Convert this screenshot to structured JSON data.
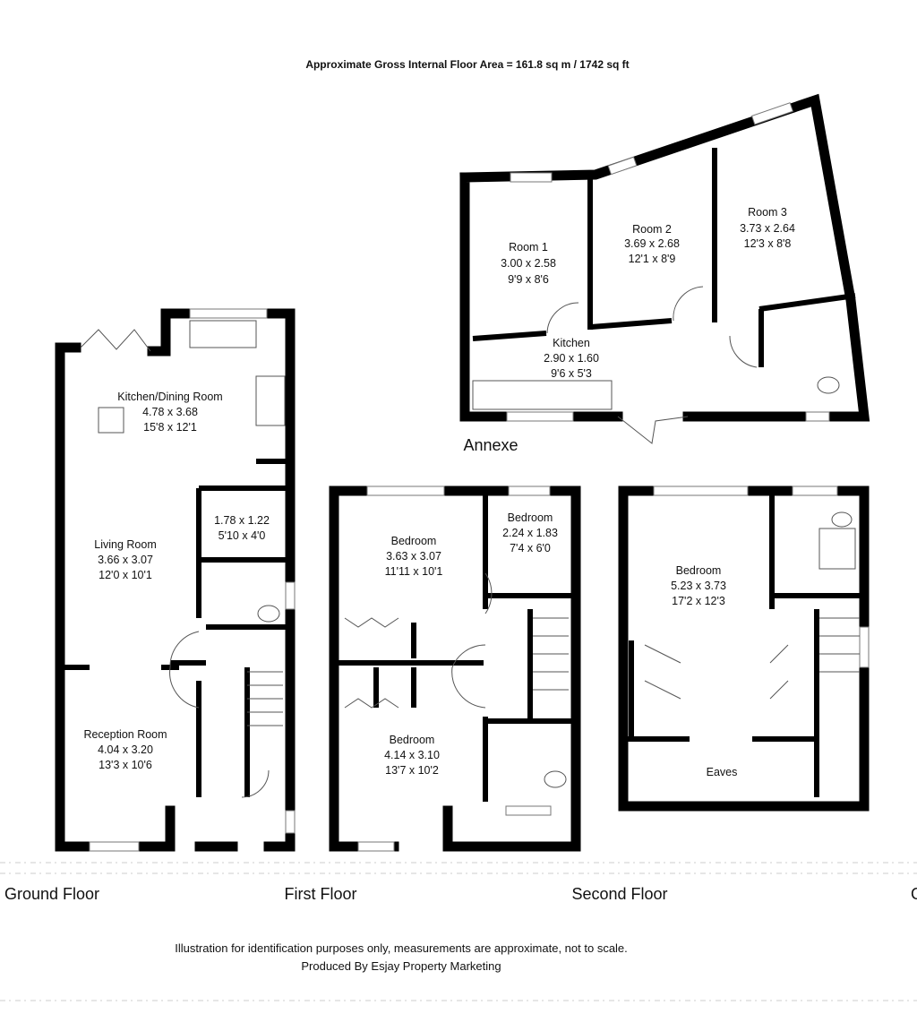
{
  "title": "Approximate Gross Internal Floor Area = 161.8 sq m / 1742 sq ft",
  "ground_floor": {
    "label": "Ground Floor",
    "rooms": [
      {
        "name": "Kitchen/Dining Room",
        "metric": "4.78 x 3.68",
        "imperial": "15'8 x 12'1"
      },
      {
        "name": "",
        "metric": "1.78 x 1.22",
        "imperial": "5'10 x 4'0"
      },
      {
        "name": "Living Room",
        "metric": "3.66 x 3.07",
        "imperial": "12'0 x 10'1"
      },
      {
        "name": "Reception Room",
        "metric": "4.04 x 3.20",
        "imperial": "13'3 x 10'6"
      }
    ]
  },
  "first_floor": {
    "label": "First Floor",
    "rooms": [
      {
        "name": "Bedroom",
        "metric": "3.63 x 3.07",
        "imperial": "11'11 x 10'1"
      },
      {
        "name": "Bedroom",
        "metric": "2.24 x 1.83",
        "imperial": "7'4 x 6'0"
      },
      {
        "name": "Bedroom",
        "metric": "4.14 x 3.10",
        "imperial": "13'7 x 10'2"
      }
    ]
  },
  "second_floor": {
    "label": "Second Floor",
    "rooms": [
      {
        "name": "Bedroom",
        "metric": "5.23 x 3.73",
        "imperial": "17'2 x 12'3"
      },
      {
        "name": "Eaves"
      }
    ]
  },
  "annexe": {
    "label": "Annexe",
    "rooms": [
      {
        "name": "Room 1",
        "metric": "3.00 x 2.58",
        "imperial": "9'9 x 8'6"
      },
      {
        "name": "Room 2",
        "metric": "3.69 x 2.68",
        "imperial": "12'1 x 8'9"
      },
      {
        "name": "Room 3",
        "metric": "3.73 x 2.64",
        "imperial": "12'3 x 8'8"
      },
      {
        "name": "Kitchen",
        "metric": "2.90 x 1.60",
        "imperial": "9'6 x 5'3"
      }
    ]
  },
  "partial_label": "G",
  "footer": {
    "line1": "Illustration for identification purposes only, measurements are approximate, not to scale.",
    "line2": "Produced By Esjay Property Marketing"
  }
}
